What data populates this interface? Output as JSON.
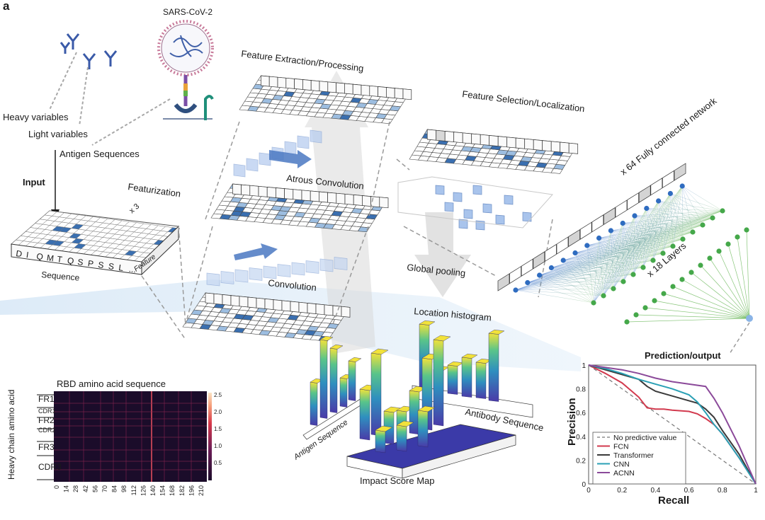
{
  "panel_label": "a",
  "input": {
    "virus_label": "SARS-CoV-2",
    "heavy_label": "Heavy variables",
    "light_label": "Light variables",
    "antigen_label": "Antigen Sequences",
    "input_label": "Input"
  },
  "featurization": {
    "label": "Featurization",
    "multiplier": "x 3",
    "sequence_letters": [
      "D",
      "I",
      "Q",
      "M",
      "T",
      "Q",
      "S",
      "P",
      "S",
      "S",
      "L",
      "..."
    ],
    "sequence_axis": "Sequence",
    "feature_axis": "Feature"
  },
  "stages": {
    "feature_extraction": "Feature Extraction/Processing",
    "atrous_convolution": "Atrous Convolution",
    "convolution": "Convolution",
    "feature_selection": "Feature Selection/Localization",
    "global_pooling": "Global pooling",
    "location_histogram": "Location histogram",
    "fully_connected": "x 64  Fully connected network",
    "layers": "x 18  Layers"
  },
  "outputs": {
    "impact_map": "Impact Score Map",
    "antigen_sequence": "Antigen Sequence",
    "antibody_sequence": "Antibody Sequence"
  },
  "heatmap": {
    "title": "RBD amino acid sequence",
    "ylabel": "Heavy chain amino acid",
    "row_labels": [
      "FR1",
      "CDR1",
      "FR2",
      "CDR2",
      "FR3",
      "CDR3"
    ],
    "x_ticks": [
      "0",
      "14",
      "28",
      "42",
      "56",
      "70",
      "84",
      "98",
      "112",
      "126",
      "140",
      "154",
      "168",
      "182",
      "196",
      "210"
    ],
    "colorbar_ticks": [
      "2.5",
      "2.0",
      "1.5",
      "1.0",
      "0.5"
    ],
    "colors": {
      "low": "#1b0c2a",
      "mid": "#b0234f",
      "high": "#fbe3c4"
    }
  },
  "chart_data": {
    "type": "line",
    "title": "Prediction/output",
    "xlabel": "Recall",
    "ylabel": "Precision",
    "xlim": [
      0,
      1
    ],
    "ylim": [
      0,
      1
    ],
    "x_ticks": [
      "0",
      "0.2",
      "0.4",
      "0.6",
      "0.8",
      "1"
    ],
    "y_ticks": [
      "0",
      "0.2",
      "0.4",
      "0.6",
      "0.8",
      "1"
    ],
    "legend_placement": "bottom-left",
    "series": [
      {
        "name": "No predictive value",
        "color": "#777777",
        "dashed": true,
        "x": [
          0,
          1
        ],
        "y": [
          1,
          0
        ]
      },
      {
        "name": "FCN",
        "color": "#d23a4e",
        "x": [
          0,
          0.1,
          0.2,
          0.3,
          0.35,
          0.4,
          0.45,
          0.5,
          0.6,
          0.65,
          0.7,
          0.75,
          0.8,
          0.9,
          1
        ],
        "y": [
          1,
          0.93,
          0.85,
          0.73,
          0.64,
          0.63,
          0.63,
          0.62,
          0.61,
          0.59,
          0.55,
          0.5,
          0.42,
          0.22,
          0
        ]
      },
      {
        "name": "Transformer",
        "color": "#3a3a3a",
        "x": [
          0,
          0.1,
          0.2,
          0.3,
          0.35,
          0.4,
          0.5,
          0.6,
          0.65,
          0.7,
          0.75,
          0.8,
          0.9,
          1
        ],
        "y": [
          1,
          0.96,
          0.92,
          0.88,
          0.82,
          0.78,
          0.74,
          0.7,
          0.68,
          0.63,
          0.56,
          0.45,
          0.25,
          0
        ]
      },
      {
        "name": "CNN",
        "color": "#2aa0b5",
        "x": [
          0,
          0.1,
          0.2,
          0.3,
          0.4,
          0.5,
          0.6,
          0.65,
          0.7,
          0.75,
          0.8,
          0.9,
          1
        ],
        "y": [
          1,
          0.97,
          0.93,
          0.88,
          0.84,
          0.8,
          0.75,
          0.69,
          0.6,
          0.5,
          0.42,
          0.22,
          0
        ]
      },
      {
        "name": "ACNN",
        "color": "#8b4a9a",
        "x": [
          0,
          0.1,
          0.2,
          0.3,
          0.4,
          0.5,
          0.6,
          0.7,
          0.75,
          0.8,
          0.9,
          1
        ],
        "y": [
          1,
          0.98,
          0.96,
          0.93,
          0.89,
          0.86,
          0.84,
          0.82,
          0.72,
          0.6,
          0.32,
          0
        ]
      }
    ]
  }
}
